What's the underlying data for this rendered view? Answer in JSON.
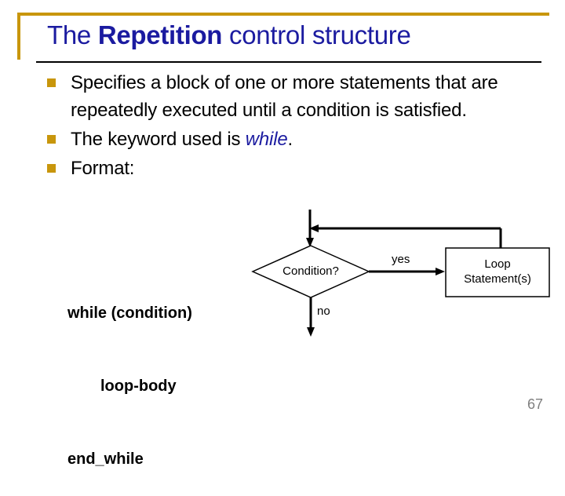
{
  "slide": {
    "title": {
      "prefix": "The ",
      "emphasis": "Repetition",
      "suffix": " control structure"
    },
    "page_number": "67",
    "accent_color": "#C8960C",
    "title_color": "#1B1BA0"
  },
  "bullets": [
    {
      "text": "Specifies a block of one or more statements that are repeatedly executed until a condition is satisfied."
    },
    {
      "prefix": "The keyword used is ",
      "keyword": "while",
      "suffix": "."
    },
    {
      "text": "Format:"
    }
  ],
  "code_block": {
    "lines": [
      "while (condition)",
      "loop-body",
      "end_while"
    ]
  },
  "flowchart": {
    "decision_label": "Condition?",
    "process_label_line1": "Loop",
    "process_label_line2": "Statement(s)",
    "branch_yes": "yes",
    "branch_no": "no"
  }
}
